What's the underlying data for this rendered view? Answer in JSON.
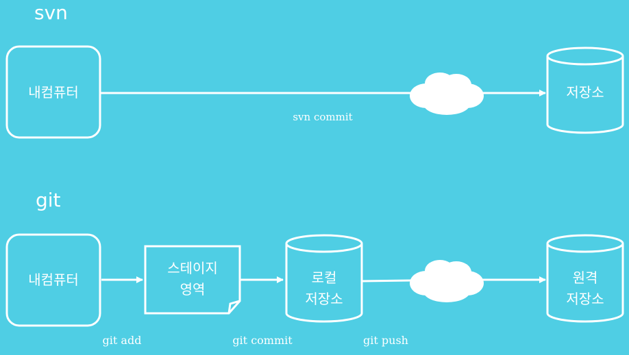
{
  "sections": {
    "svn": {
      "title": "svn",
      "computer": "내컴퓨터",
      "repository": "저장소",
      "command": "svn commit"
    },
    "git": {
      "title": "git",
      "computer": "내컴퓨터",
      "staging_line1": "스테이지",
      "staging_line2": "영역",
      "local_line1": "로컬",
      "local_line2": "저장소",
      "remote_line1": "원격",
      "remote_line2": "저장소",
      "command_add": "git add",
      "command_commit": "git commit",
      "command_push": "git push"
    }
  },
  "colors": {
    "background": "#4fcee4",
    "foreground": "#ffffff"
  },
  "icons": {
    "cloud": "cloud-icon",
    "database": "cylinder-icon",
    "document": "dog-eared-page-icon"
  }
}
